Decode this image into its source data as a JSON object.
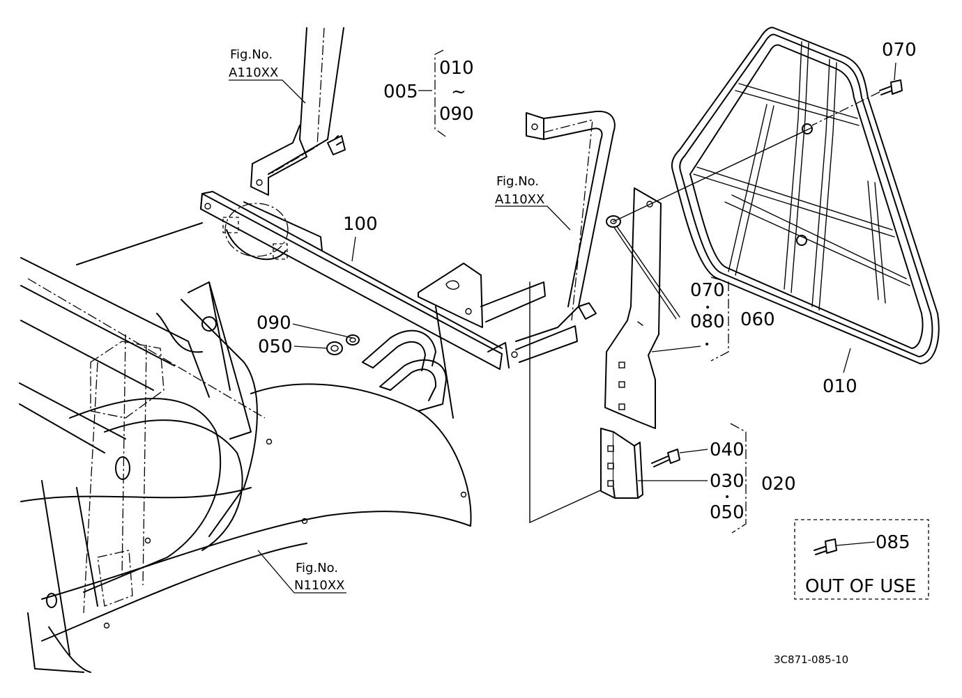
{
  "fig_refs": [
    {
      "label": "Fig.No.",
      "code": "A110XX"
    },
    {
      "label": "Fig.No.",
      "code": "A110XX"
    },
    {
      "label": "Fig.No.",
      "code": "N110XX"
    }
  ],
  "group_005": {
    "number": "005",
    "from": "010",
    "tilde": "~",
    "to": "090"
  },
  "parts": {
    "p100": "100",
    "p090": "090",
    "p050": "050",
    "p070_top": "070",
    "p070": "070",
    "p080": "080",
    "p060": "060",
    "p010": "010",
    "p040": "040",
    "p030": "030",
    "p050b": "050",
    "p020": "020",
    "p085": "085"
  },
  "bullet": "•",
  "out_of_use": "OUT OF USE",
  "drawing_code": "3C871-085-10"
}
